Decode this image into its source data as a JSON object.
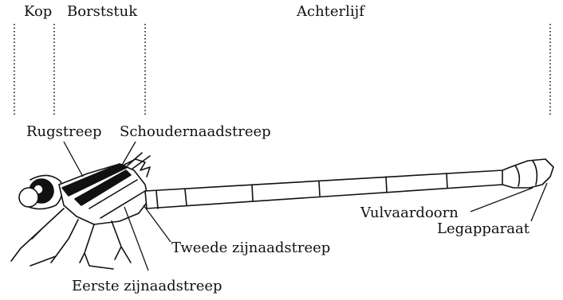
{
  "segments": {
    "head": "Kop",
    "thorax": "Borststuk",
    "abdomen": "Achterlijf"
  },
  "labels": {
    "dorsal_stripe": "Rugstreep",
    "humeral_stripe": "Schoudernaadstreep",
    "second_lateral_stripe": "Tweede zijnaadstreep",
    "first_lateral_stripe": "Eerste zijnaadstreep",
    "vulvar_spine": "Vulvaardoorn",
    "ovipositor": "Legapparaat"
  },
  "colors": {
    "ink": "#111111",
    "background": "#ffffff"
  }
}
